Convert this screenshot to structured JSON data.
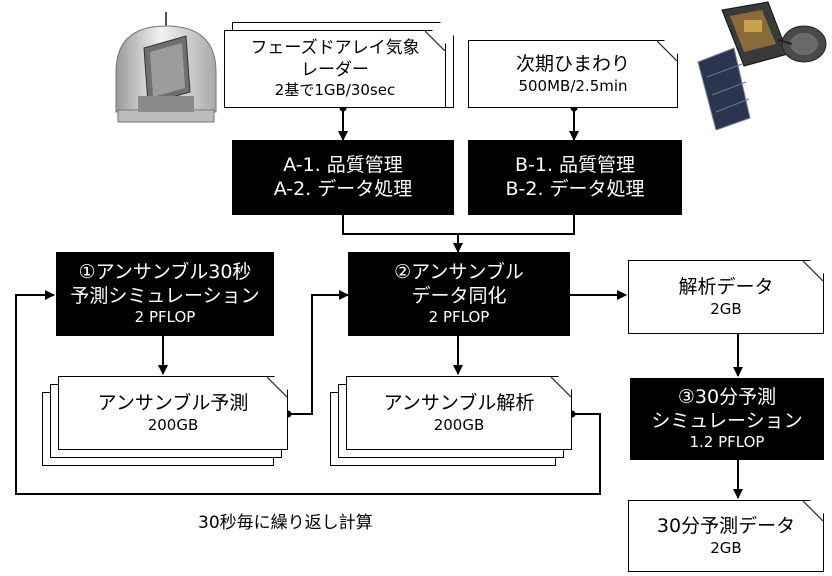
{
  "nodes": {
    "radar": {
      "line1": "フェーズドアレイ気象",
      "line2": "レーダー",
      "line3": "2基で1GB/30sec"
    },
    "himawari": {
      "line1": "次期ひまわり",
      "line2": "500MB/2.5min"
    },
    "proc_a": {
      "line1": "A-1. 品質管理",
      "line2": "A-2. データ処理"
    },
    "proc_b": {
      "line1": "B-1. 品質管理",
      "line2": "B-2. データ処理"
    },
    "sim30s": {
      "line1": "①アンサンブル30秒",
      "line2": "予測シミュレーション",
      "line3": "2 PFLOP"
    },
    "assim": {
      "line1": "②アンサンブル",
      "line2": "データ同化",
      "line3": "2 PFLOP"
    },
    "analysis_data": {
      "line1": "解析データ",
      "line2": "2GB"
    },
    "ens_forecast": {
      "line1": "アンサンブル予測",
      "line2": "200GB"
    },
    "ens_analysis": {
      "line1": "アンサンブル解析",
      "line2": "200GB"
    },
    "sim30m": {
      "line1": "③30分予測",
      "line2": "シミュレーション",
      "line3": "1.2 PFLOP"
    },
    "forecast30m": {
      "line1": "30分予測データ",
      "line2": "2GB"
    }
  },
  "loop_caption": "30秒毎に繰り返し計算",
  "images": {
    "left": "radar-dome-image",
    "right": "satellite-image"
  }
}
